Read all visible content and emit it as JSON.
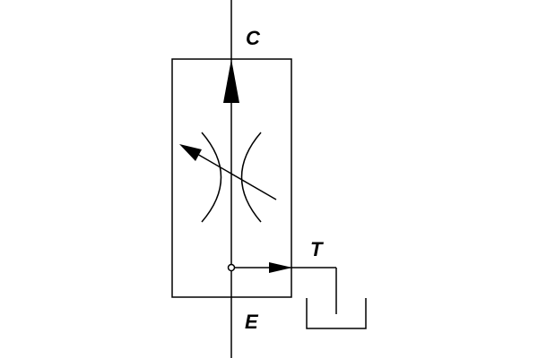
{
  "diagram": {
    "type": "hydraulic-schematic",
    "component": "adjustable-flow-control-valve",
    "ports": {
      "top": "C",
      "bottom": "E",
      "tank": "T"
    },
    "colors": {
      "line": "#000000",
      "background": "#ffffff"
    }
  }
}
